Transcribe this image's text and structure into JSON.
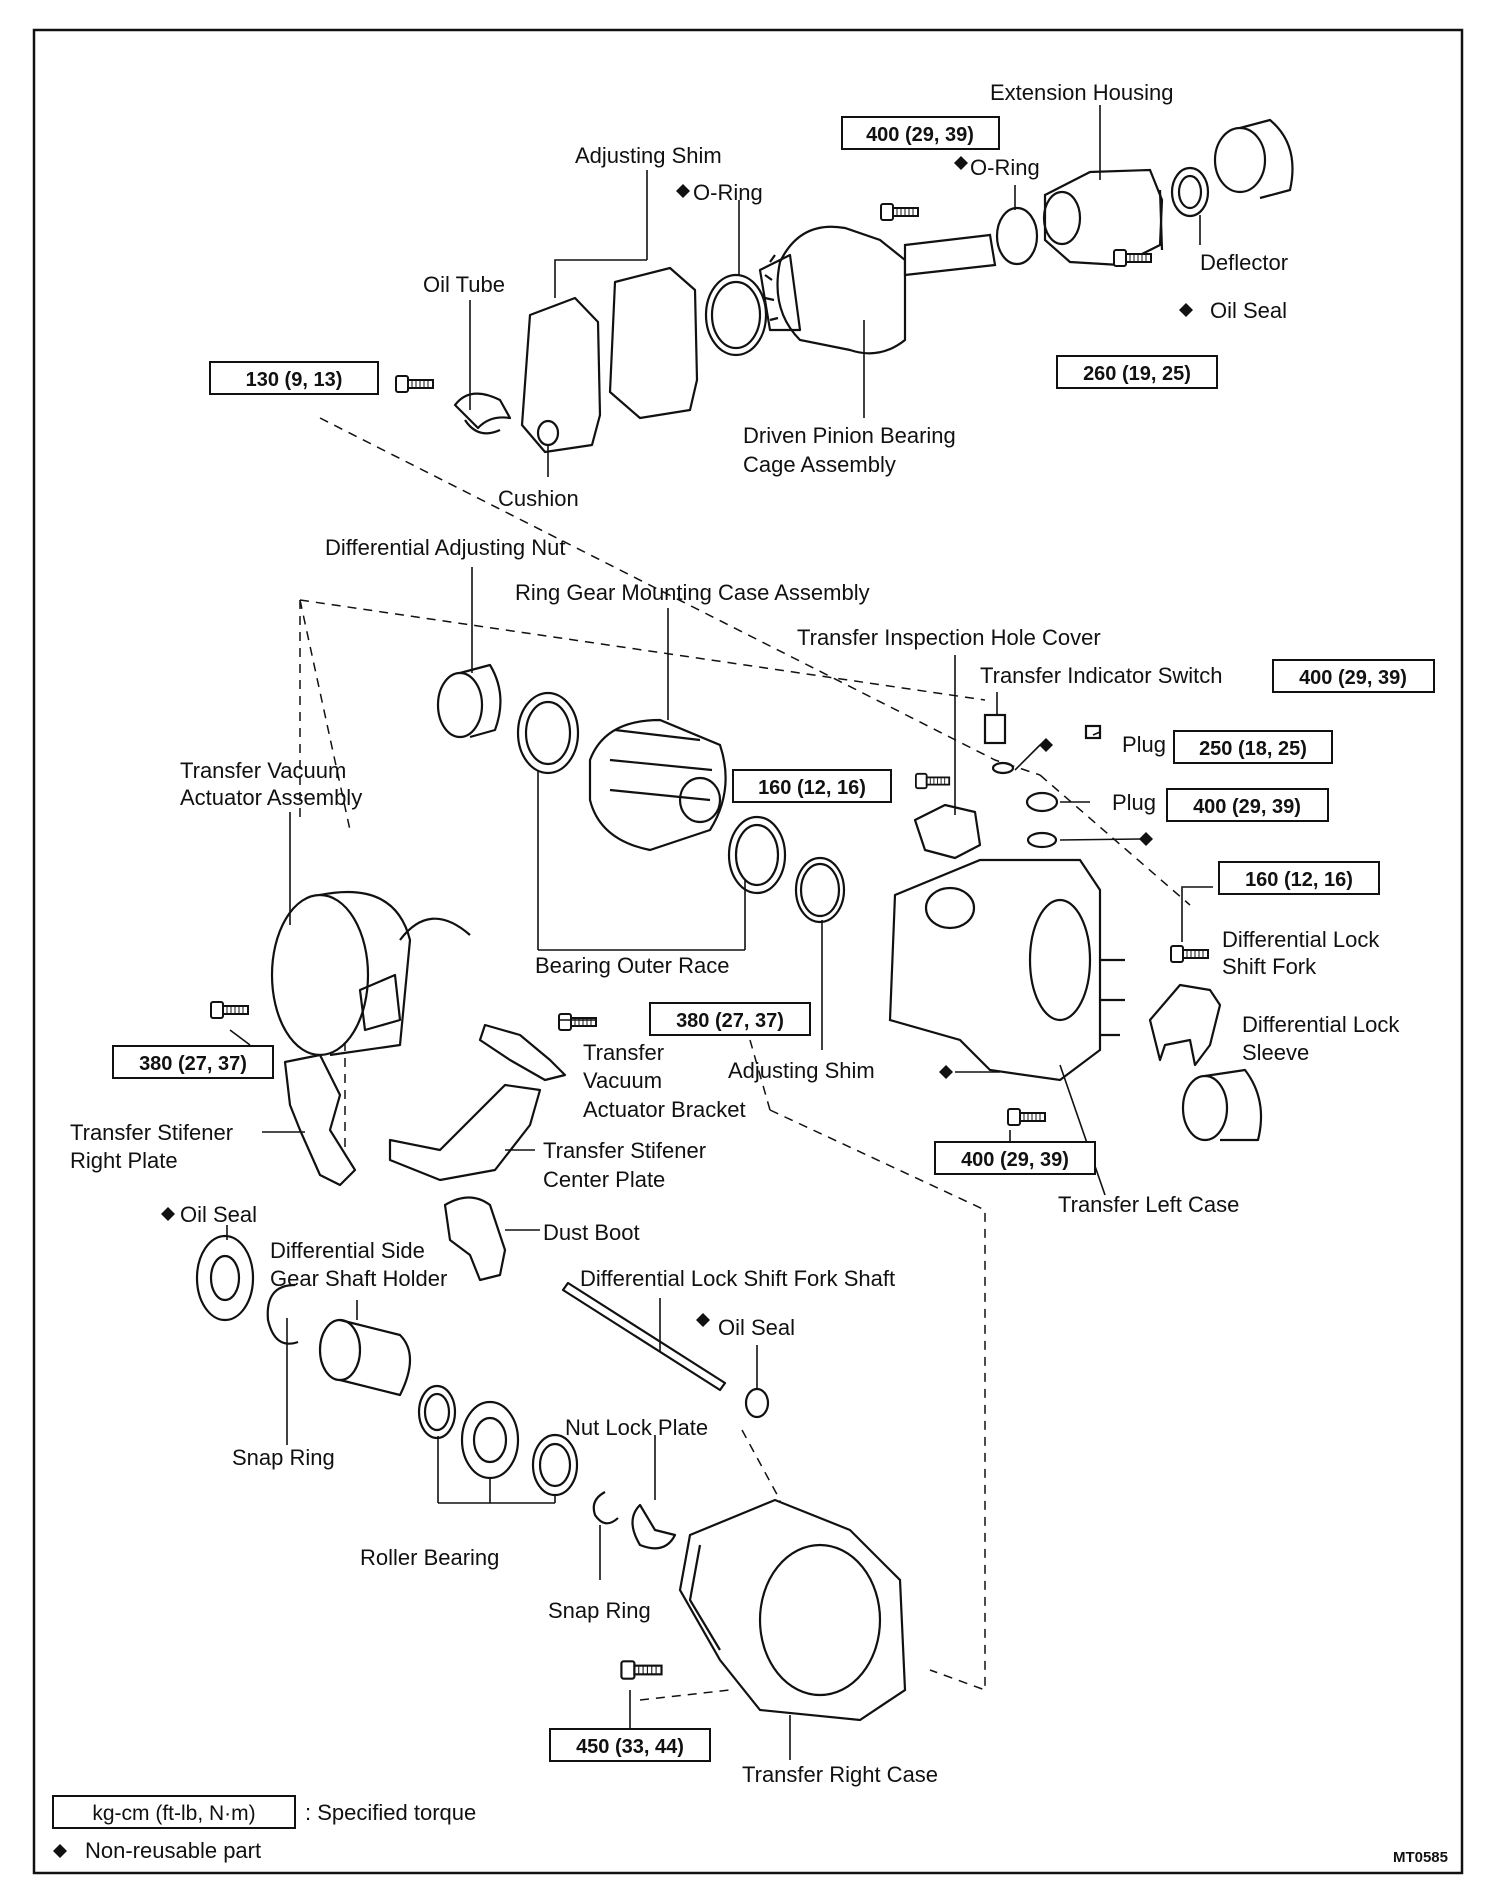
{
  "parts": {
    "extension_housing": "Extension Housing",
    "adjusting_shim_top": "Adjusting Shim",
    "o_ring_1": "O-Ring",
    "o_ring_2": "O-Ring",
    "oil_tube": "Oil Tube",
    "deflector": "Deflector",
    "oil_seal_top": "Oil Seal",
    "driven_pinion_line1": "Driven Pinion Bearing",
    "driven_pinion_line2": "Cage Assembly",
    "cushion": "Cushion",
    "diff_adjusting_nut": "Differential Adjusting Nut",
    "ring_gear_case": "Ring Gear Mounting Case Assembly",
    "inspection_cover": "Transfer Inspection Hole Cover",
    "indicator_switch": "Transfer Indicator Switch",
    "plug_1": "Plug",
    "plug_2": "Plug",
    "vacuum_actuator_line1": "Transfer Vacuum",
    "vacuum_actuator_line2": "Actuator Assembly",
    "diff_lock_fork_line1": "Differential Lock",
    "diff_lock_fork_line2": "Shift Fork",
    "diff_lock_sleeve_line1": "Differential Lock",
    "diff_lock_sleeve_line2": "Sleeve",
    "bearing_outer_race": "Bearing Outer Race",
    "adjusting_shim_mid": "Adjusting Shim",
    "bracket_line1": "Transfer",
    "bracket_line2": "Vacuum",
    "bracket_line3": "Actuator Bracket",
    "stiffener_right_line1": "Transfer Stifener",
    "stiffener_right_line2": "Right Plate",
    "stiffener_center_line1": "Transfer Stifener",
    "stiffener_center_line2": "Center Plate",
    "left_case": "Transfer Left Case",
    "oil_seal_left": "Oil Seal",
    "dust_boot": "Dust Boot",
    "side_gear_holder_line1": "Differential Side",
    "side_gear_holder_line2": "Gear Shaft Holder",
    "fork_shaft": "Differential Lock Shift Fork Shaft",
    "oil_seal_lower": "Oil Seal",
    "snap_ring_1": "Snap Ring",
    "nut_lock_plate": "Nut Lock Plate",
    "roller_bearing": "Roller Bearing",
    "snap_ring_2": "Snap Ring",
    "right_case": "Transfer Right Case"
  },
  "torques": {
    "t400_top": "400 (29, 39)",
    "t130": "130 (9, 13)",
    "t260": "260 (19, 25)",
    "t400_switch": "400 (29, 39)",
    "t250_plug": "250 (18, 25)",
    "t160_cover": "160 (12, 16)",
    "t400_plug": "400 (29, 39)",
    "t160_fork": "160 (12, 16)",
    "t380_bracket": "380 (27, 37)",
    "t380_actuator": "380 (27, 37)",
    "t400_drain": "400 (29, 39)",
    "t450": "450 (33, 44)"
  },
  "legend": {
    "unit_box": "kg-cm (ft-lb, N·m)",
    "unit_desc": ": Specified torque",
    "non_reusable": "Non-reusable part"
  },
  "figure_code": "MT0585"
}
